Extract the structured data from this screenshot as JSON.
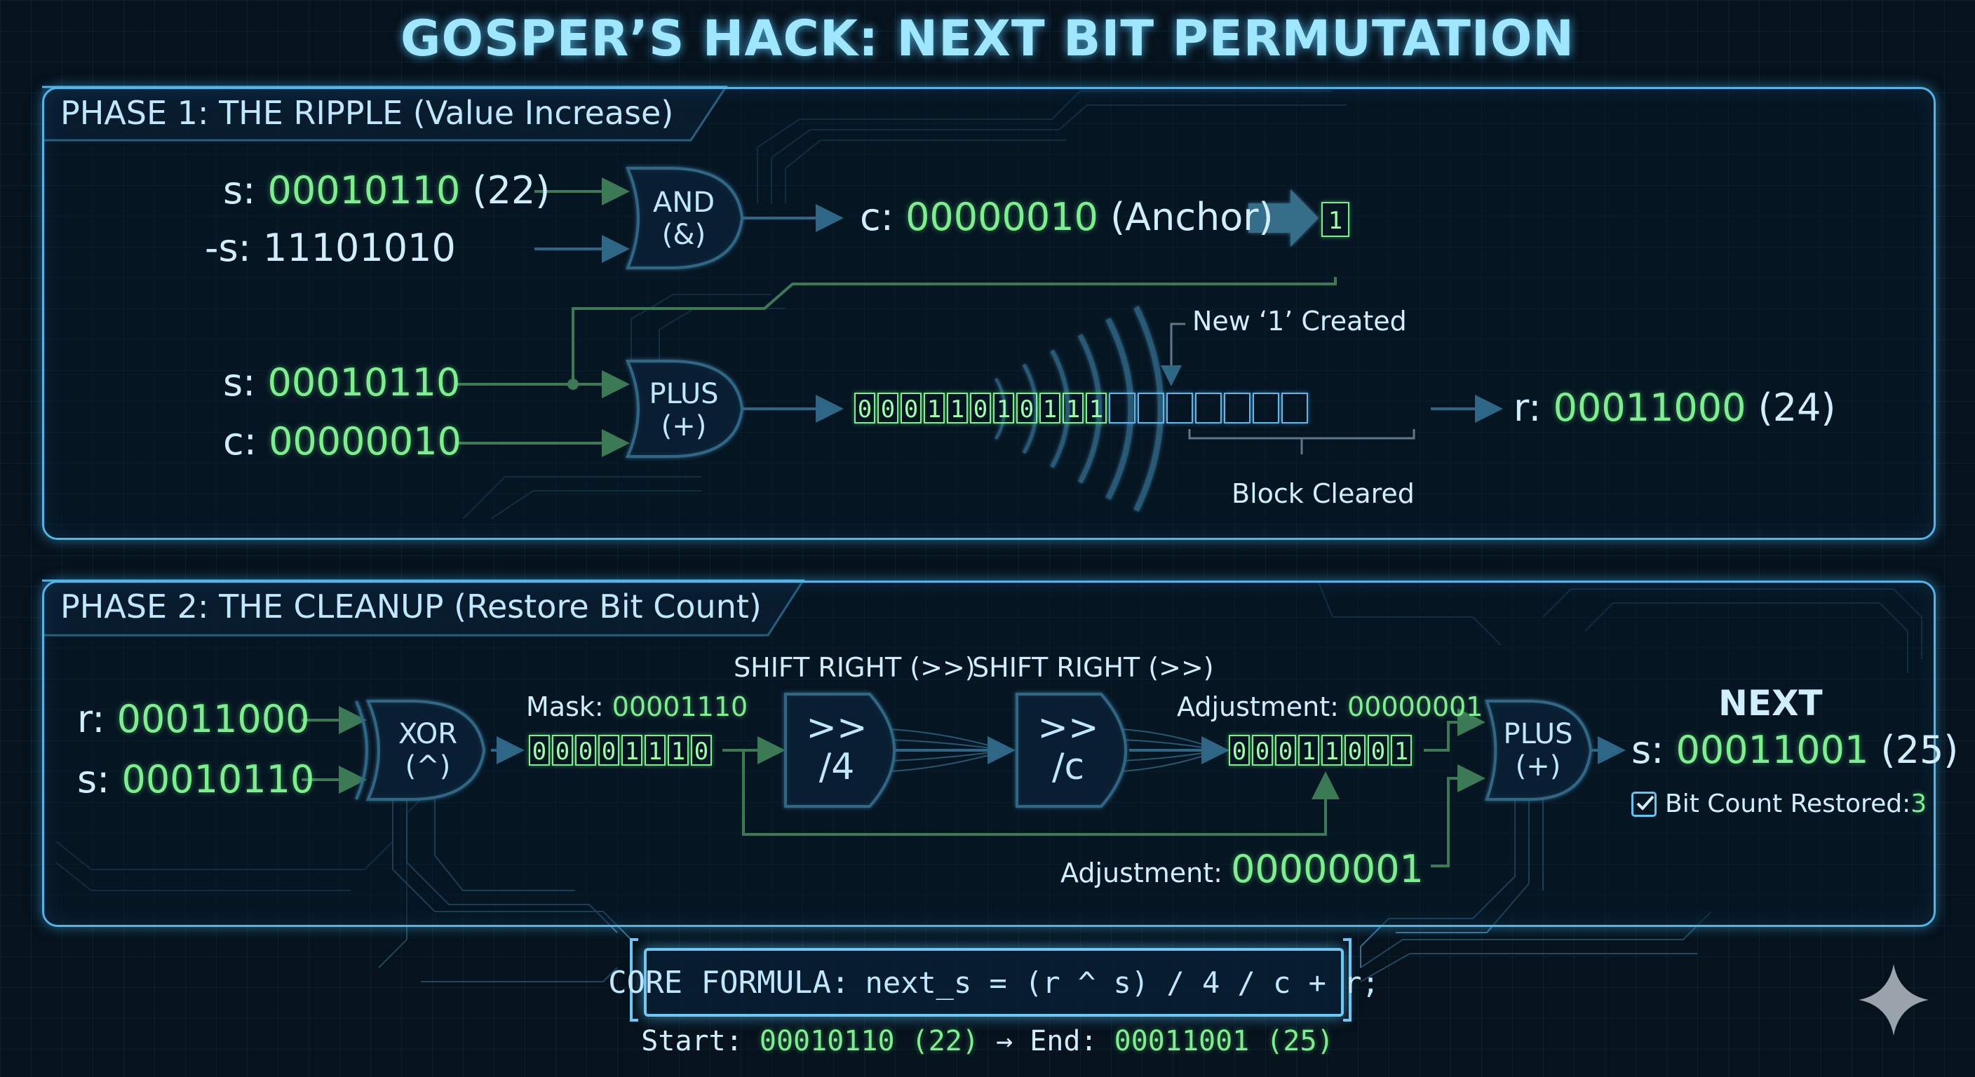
{
  "title": "GOSPER’S HACK: NEXT BIT PERMUTATION",
  "phase1": {
    "title": "PHASE 1: THE RIPPLE (Value Increase)",
    "s_label": "s: ",
    "s_bits": "00010110",
    "s_dec": " (22)",
    "neg_s_label": "-s: ",
    "neg_s_bits": "11101010",
    "and_gate": [
      "AND",
      "(&)"
    ],
    "c_label": "c: ",
    "c_bits": "00000010",
    "c_note": " (Anchor)",
    "anchor_bit": "1",
    "s2_label": "s: ",
    "s2_bits": "00010110",
    "c2_label": "c: ",
    "c2_bits": "00000010",
    "plus_gate": [
      "PLUS",
      "(+)"
    ],
    "ripple_bits": [
      "0",
      "0",
      "0",
      "1",
      "1",
      "0",
      "1",
      "0",
      "1",
      "1",
      "1"
    ],
    "empty_cells": 7,
    "new_one_label": "New ‘1’ Created",
    "block_cleared_label": "Block Cleared",
    "r_label": "r: ",
    "r_bits": "00011000",
    "r_dec": " (24)"
  },
  "phase2": {
    "title": "PHASE 2: THE CLEANUP (Restore Bit Count)",
    "r_label": "r: ",
    "r_bits": "00011000",
    "s_label": "s: ",
    "s_bits": "00010110",
    "xor_gate": [
      "XOR",
      "(^)"
    ],
    "mask_label": "Mask: ",
    "mask_bits": "00001110",
    "mask_cells": [
      "0",
      "0",
      "0",
      "0",
      "1",
      "1",
      "1",
      "0"
    ],
    "shift1_label": "SHIFT RIGHT (>>)",
    "shift1_gate": [
      ">>",
      "/4"
    ],
    "shift2_label": "SHIFT RIGHT (>>)",
    "shift2_gate": [
      ">>",
      "/c"
    ],
    "adj_label": "Adjustment: ",
    "adj_bits": "00000001",
    "adj_cells": [
      "0",
      "0",
      "0",
      "1",
      "1",
      "0",
      "0",
      "1"
    ],
    "adj2_label": "Adjustment: ",
    "adj2_bits": "00000001",
    "plus_gate": [
      "PLUS",
      "(+)"
    ],
    "next_label": "NEXT",
    "next_s_label": "s: ",
    "next_s_bits": "00011001",
    "next_s_dec": " (25)",
    "restored_label": "Bit Count Restored: ",
    "restored_value": "3"
  },
  "formula": {
    "label": "CORE FORMULA:",
    "expr": "next_s = (r ^ s) / 4 / c + r;",
    "start_label": "Start: ",
    "start_val": "00010110 (22)",
    "arrow": " → End: ",
    "end_val": "00011001 (25)"
  },
  "icons": {
    "check": "check-icon",
    "sparkle": "sparkle-icon"
  },
  "colors": {
    "cyan": "#5ec8f5",
    "green": "#7cf08c",
    "background": "#06121c"
  }
}
